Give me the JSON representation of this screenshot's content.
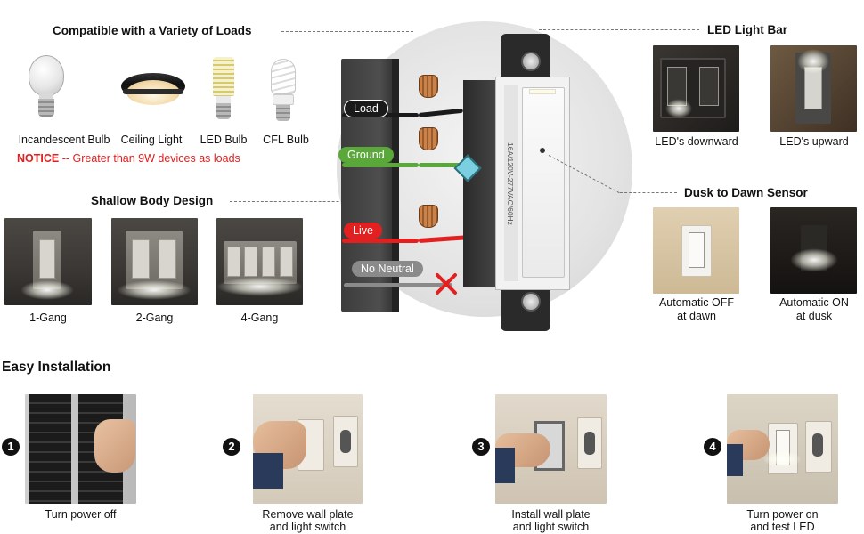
{
  "sections": {
    "loads_heading": "Compatible with a Variety of Loads",
    "led_bar_heading": "LED Light Bar",
    "shallow_heading": "Shallow Body Design",
    "sensor_heading": "Dusk to Dawn Sensor",
    "install_heading": "Easy Installation"
  },
  "loads": [
    {
      "label": "Incandescent Bulb"
    },
    {
      "label": "Ceiling Light"
    },
    {
      "label": "LED Bulb"
    },
    {
      "label": "CFL Bulb"
    }
  ],
  "notice": {
    "prefix": "NOTICE",
    "text": " -- Greater than 9W devices as loads"
  },
  "gangs": [
    {
      "label": "1-Gang"
    },
    {
      "label": "2-Gang"
    },
    {
      "label": "4-Gang"
    }
  ],
  "wires": {
    "load": "Load",
    "ground": "Ground",
    "live": "Live",
    "no_neutral": "No Neutral"
  },
  "switch_side_text": "16A/120V-277VAC/60Hz",
  "led_bar": [
    {
      "label": "LED's downward"
    },
    {
      "label": "LED's upward"
    }
  ],
  "sensor": [
    {
      "line1": "Automatic OFF",
      "line2": "at dawn"
    },
    {
      "line1": "Automatic ON",
      "line2": "at dusk"
    }
  ],
  "steps": [
    {
      "num": "1",
      "line1": "Turn power off",
      "line2": ""
    },
    {
      "num": "2",
      "line1": "Remove wall plate",
      "line2": "and light switch"
    },
    {
      "num": "3",
      "line1": "Install wall plate",
      "line2": "and light switch"
    },
    {
      "num": "4",
      "line1": "Turn power on",
      "line2": "and test LED"
    }
  ],
  "colors": {
    "load_wire": "#1a1a1a",
    "ground_wire": "#5aa83a",
    "live_wire": "#e22020",
    "neutral_wire": "#8a8a8a",
    "notice": "#e02020"
  }
}
